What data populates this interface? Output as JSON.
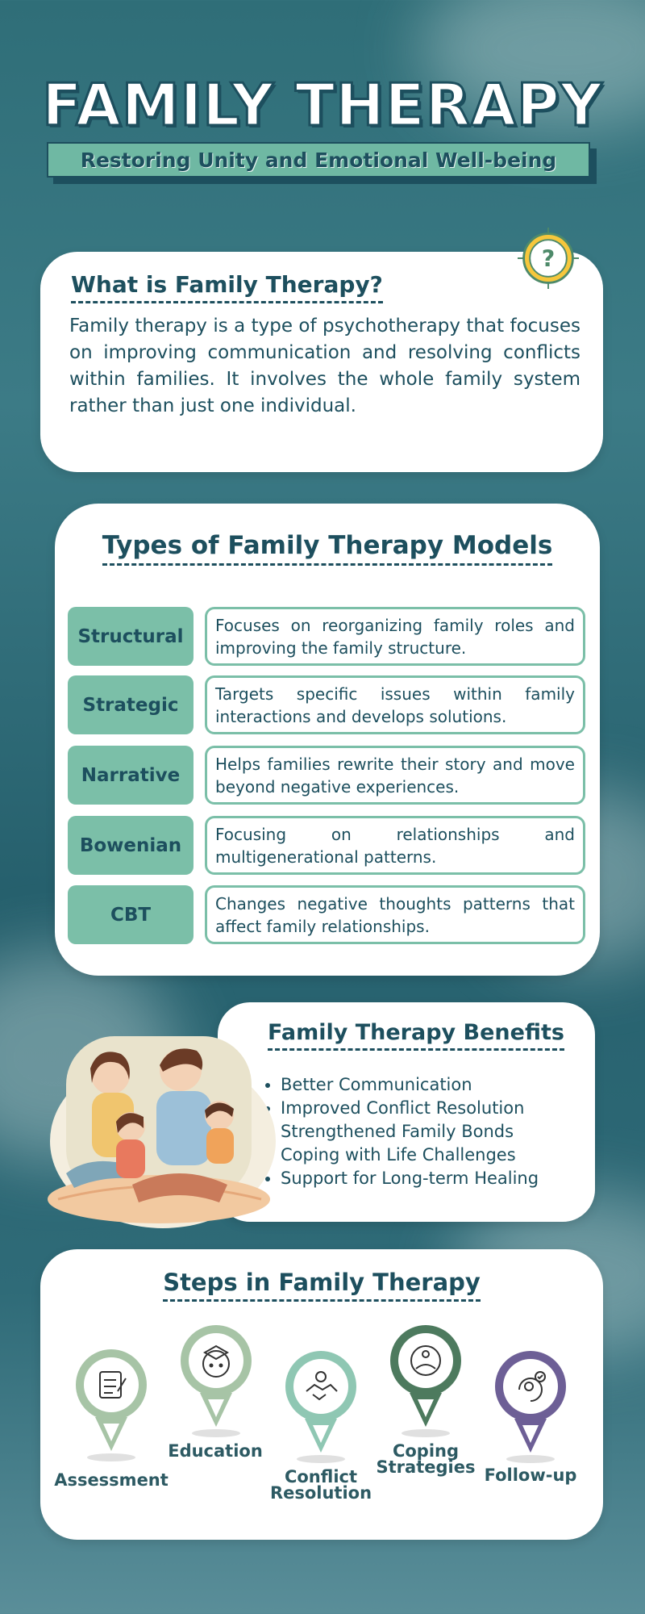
{
  "header": {
    "title": "FAMILY THERAPY",
    "subtitle": "Restoring Unity and Emotional Well-being"
  },
  "what": {
    "title": "What is Family Therapy?",
    "text": "Family therapy is a type of psychotherapy that focuses on improving communication and resolving conflicts within families. It involves the whole family system rather than just one individual.",
    "icon": "question-mark-icon"
  },
  "types": {
    "title": "Types of Family Therapy Models",
    "models": [
      {
        "name": "Structural",
        "desc": "Focuses on reorganizing family roles and improving the family structure."
      },
      {
        "name": "Strategic",
        "desc": "Targets specific issues within family interactions and develops solutions."
      },
      {
        "name": "Narrative",
        "desc": "Helps families rewrite their story and move beyond negative experiences."
      },
      {
        "name": "Bowenian",
        "desc": "Focusing on relationships and multigenerational patterns."
      },
      {
        "name": "CBT",
        "desc": "Changes negative thoughts patterns that affect family relationships."
      }
    ]
  },
  "benefits": {
    "title": "Family Therapy Benefits",
    "items": [
      "Better Communication",
      "Improved Conflict Resolution",
      "Strengthened Family Bonds",
      "Coping with Life Challenges",
      "Support for Long-term Healing"
    ]
  },
  "steps": {
    "title": "Steps in Family Therapy",
    "items": [
      {
        "label": "Assessment",
        "icon": "clipboard-icon",
        "color": "#a7c4a6"
      },
      {
        "label": "Education",
        "icon": "head-learning-icon",
        "color": "#a7c4a6"
      },
      {
        "label": "Conflict Resolution",
        "icon": "handshake-icon",
        "color": "#8fc7b3"
      },
      {
        "label": "Coping Strategies",
        "icon": "meditation-icon",
        "color": "#4d7a5e"
      },
      {
        "label": "Follow-up",
        "icon": "follow-up-icon",
        "color": "#6d5f96"
      }
    ]
  }
}
